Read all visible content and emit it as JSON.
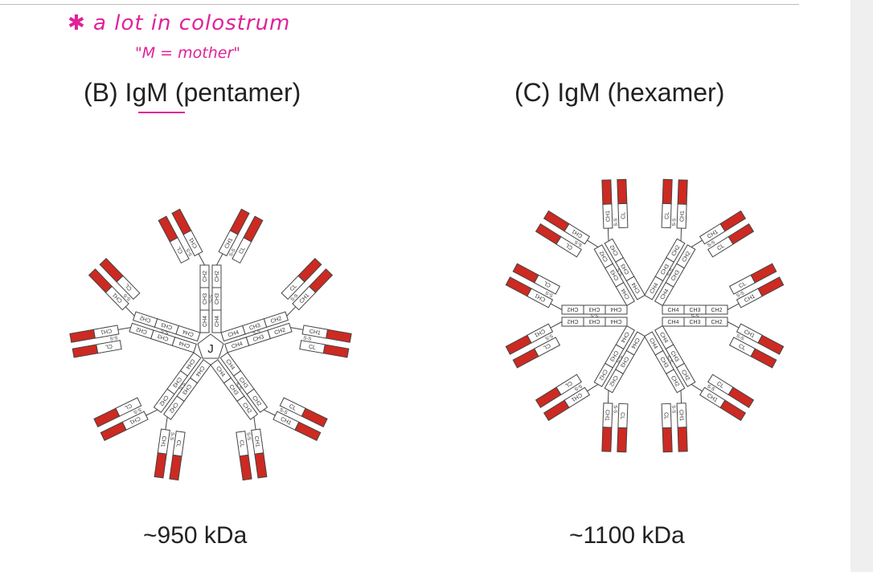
{
  "annotation": {
    "line1": "✱ a lot in colostrum",
    "line2": "\"M = mother\""
  },
  "panels": {
    "pentamer": {
      "title": "(B) IgM (pentamer)",
      "mass": "~950 kDa",
      "domain_labels": {
        "ch1": "CH1",
        "cl": "CL",
        "ch2": "CH2",
        "ch3": "CH3",
        "ch4": "CH4"
      },
      "disulfide_label": "S-S",
      "j_chain_label": "J"
    },
    "hexamer": {
      "title": "(C) IgM (hexamer)",
      "mass": "~1100 kDa",
      "domain_labels": {
        "ch1": "CH1",
        "cl": "CL",
        "ch2": "CH2",
        "ch3": "CH3",
        "ch4": "CH4"
      },
      "disulfide_label": "S-S"
    }
  },
  "colors": {
    "variable_domain": "#cc2a22",
    "annotation": "#e0219b",
    "outline": "#444444"
  }
}
